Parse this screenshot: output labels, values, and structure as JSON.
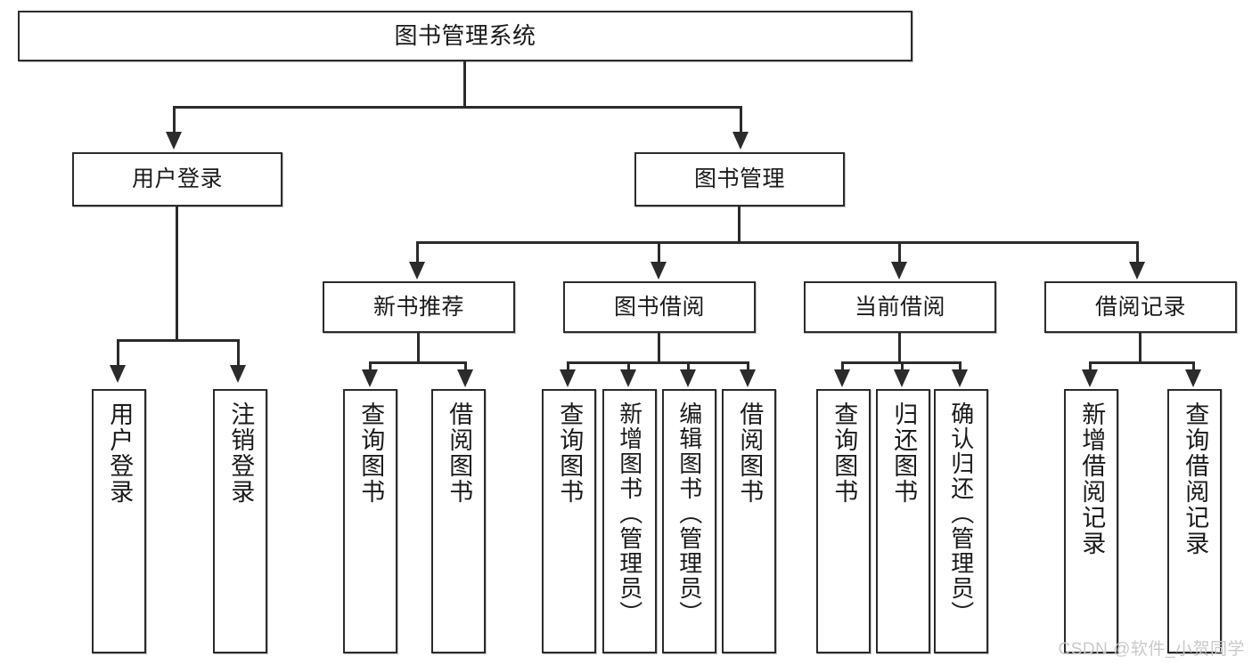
{
  "diagram": {
    "type": "tree-hierarchy-diagram",
    "title": "图书管理系统",
    "watermark": "CSDN @软件_小贺同学",
    "root": {
      "label": "图书管理系统"
    },
    "level1": [
      {
        "label": "用户登录"
      },
      {
        "label": "图书管理"
      }
    ],
    "level2": [
      {
        "label": "新书推荐"
      },
      {
        "label": "图书借阅"
      },
      {
        "label": "当前借阅"
      },
      {
        "label": "借阅记录"
      }
    ],
    "leaves": {
      "user_login": [
        {
          "label": "用户登录"
        },
        {
          "label": "注销登录"
        }
      ],
      "new_book_recommend": [
        {
          "label": "查询图书"
        },
        {
          "label": "借阅图书"
        }
      ],
      "book_borrow": [
        {
          "label": "查询图书"
        },
        {
          "label": "新增图书（管理员）"
        },
        {
          "label": "编辑图书（管理员）"
        },
        {
          "label": "借阅图书"
        }
      ],
      "current_borrow": [
        {
          "label": "查询图书"
        },
        {
          "label": "归还图书"
        },
        {
          "label": "确认归还（管理员）"
        }
      ],
      "borrow_record": [
        {
          "label": "新增借阅记录"
        },
        {
          "label": "查询借阅记录"
        }
      ]
    },
    "colors": {
      "stroke": "#2b2b2b",
      "fill": "#ffffff",
      "text": "#1a1a1a",
      "watermark": "#c9c9c9"
    }
  }
}
